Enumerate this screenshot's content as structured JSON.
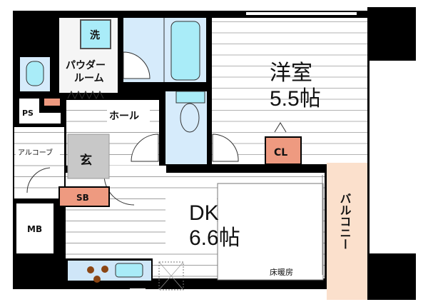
{
  "rooms": {
    "washer": "洗",
    "powder_room_line1": "パウダー",
    "powder_room_line2": "ルーム",
    "ps": "PS",
    "hall": "ホール",
    "alcove": "アルコーブ",
    "entrance": "玄",
    "shoe_box": "SB",
    "meter_box": "MB",
    "western_room": "洋室",
    "western_room_size": "5.5帖",
    "closet": "CL",
    "dk": "DK",
    "dk_size": "6.6帖",
    "floor_heating": "床暖房",
    "balcony": "バルコニー"
  },
  "colors": {
    "wall": "#000000",
    "wet_area": "#d6ebfb",
    "fixture": "#a9ecf8",
    "storage": "#ee9a80",
    "balcony": "#fbe0cc",
    "entrance": "#c8c8c8",
    "burner": "#8b4513"
  }
}
